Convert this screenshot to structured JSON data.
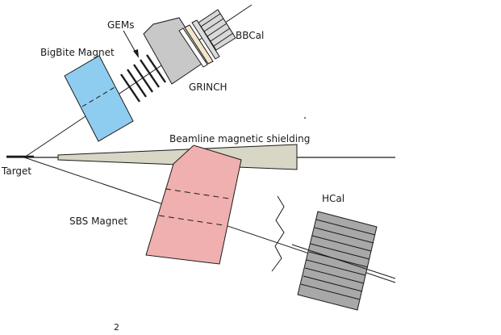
{
  "labels": {
    "gems": "GEMs",
    "bbcal": "BBCal",
    "bigbite_magnet": "BigBite Magnet",
    "grinch": "GRINCH",
    "beamline_shielding": "Beamline magnetic shielding",
    "target": "Target",
    "sbs_magnet": "SBS Magnet",
    "hcal": "HCal",
    "stray_mark": "2"
  },
  "colors": {
    "bigbite_magnet": "#8fcdf0",
    "sbs_magnet": "#f0b0b0",
    "grinch": "#c8c8c8",
    "hcal": "#a8a8a8",
    "bbcal": "#d8d8d8",
    "beamline_shielding": "#d8d6c4",
    "line": "#1a1a1a"
  }
}
